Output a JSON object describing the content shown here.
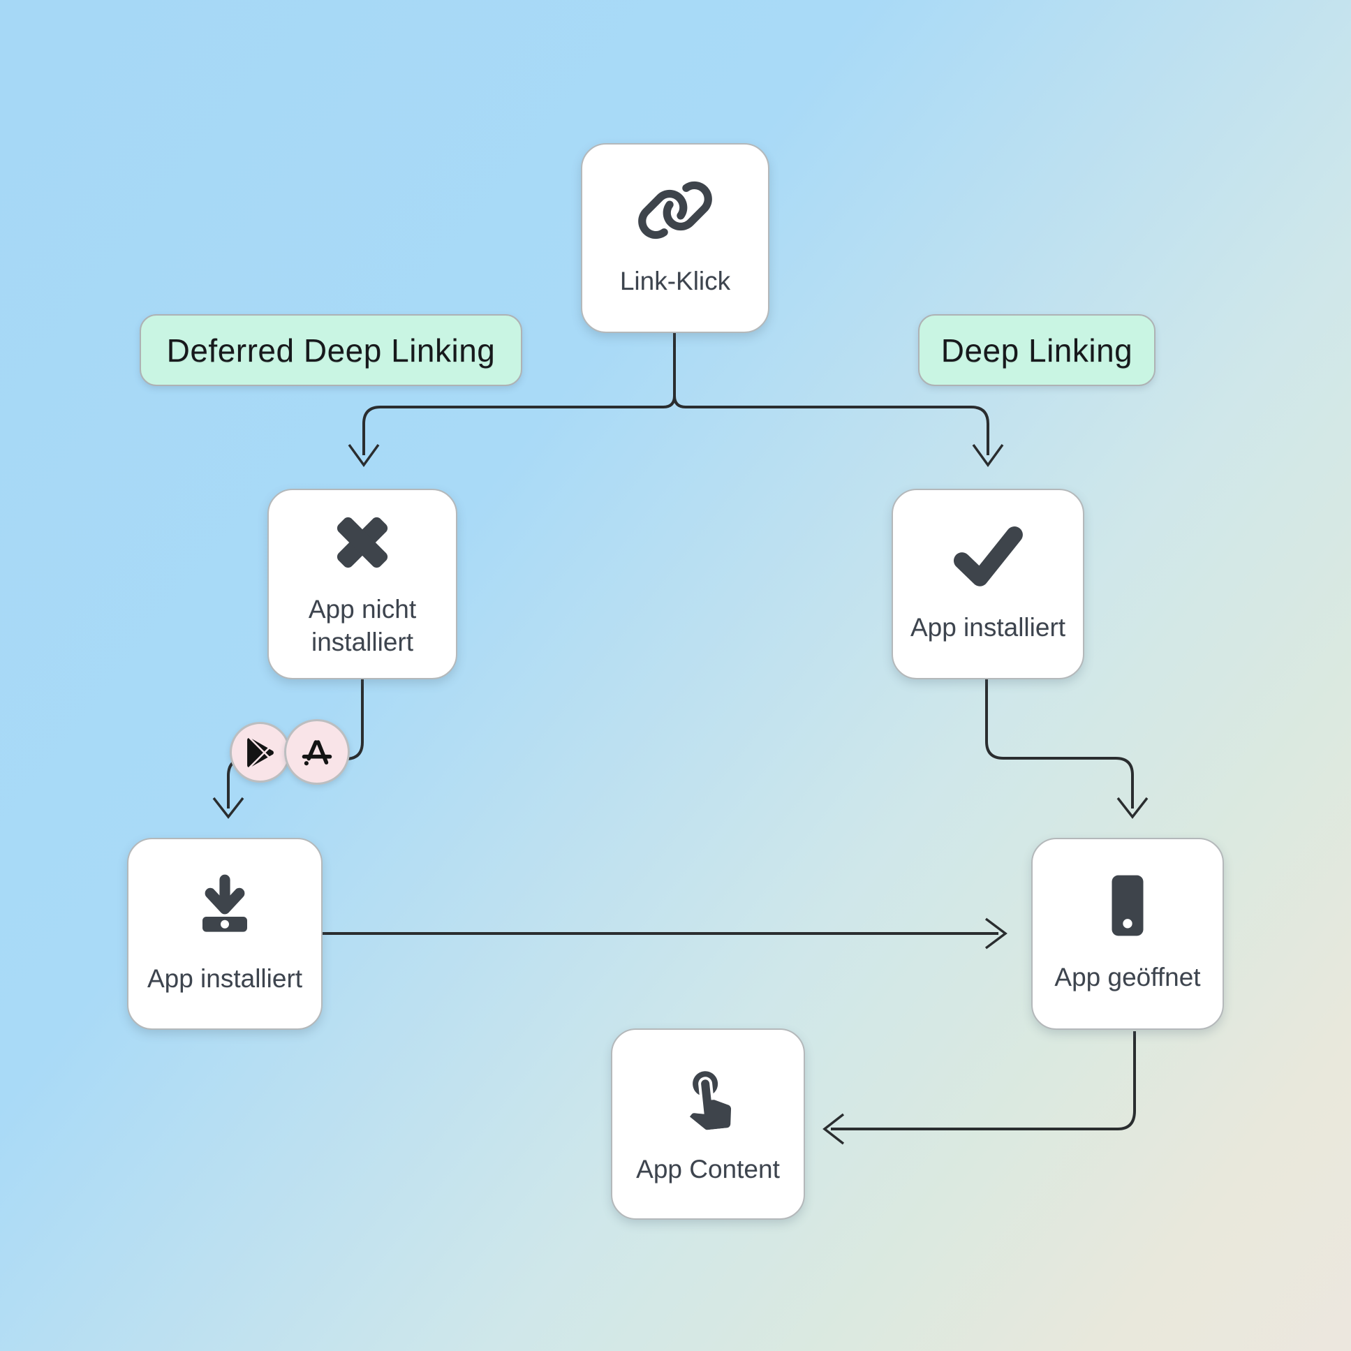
{
  "diagram": {
    "title_visible": false,
    "branch_labels": {
      "deferred": "Deferred Deep Linking",
      "deep": "Deep Linking"
    },
    "nodes": {
      "link_click": {
        "label": "Link-Klick",
        "icon": "link-icon"
      },
      "app_not_installed": {
        "label": "App nicht installiert",
        "icon": "x-mark-icon"
      },
      "app_installed_right": {
        "label": "App installiert",
        "icon": "checkmark-icon"
      },
      "app_installed_left": {
        "label": "App installiert",
        "icon": "download-icon"
      },
      "app_opened": {
        "label": "App geöffnet",
        "icon": "smartphone-icon"
      },
      "app_content": {
        "label": "App Content",
        "icon": "tap-icon"
      }
    },
    "store_badges": [
      {
        "name": "google-play"
      },
      {
        "name": "app-store"
      }
    ],
    "colors": {
      "node_background": "#ffffff",
      "node_border": "#b4b8ba",
      "label_background": "#c9f5e3",
      "badge_background": "#f9e4e8",
      "icon": "#3e444b",
      "connector": "#2a2d2f",
      "node_text": "#3d444e",
      "label_text": "#17191c",
      "background_top": "#a6d8f6",
      "background_bottom_right": "#ece7de"
    }
  }
}
